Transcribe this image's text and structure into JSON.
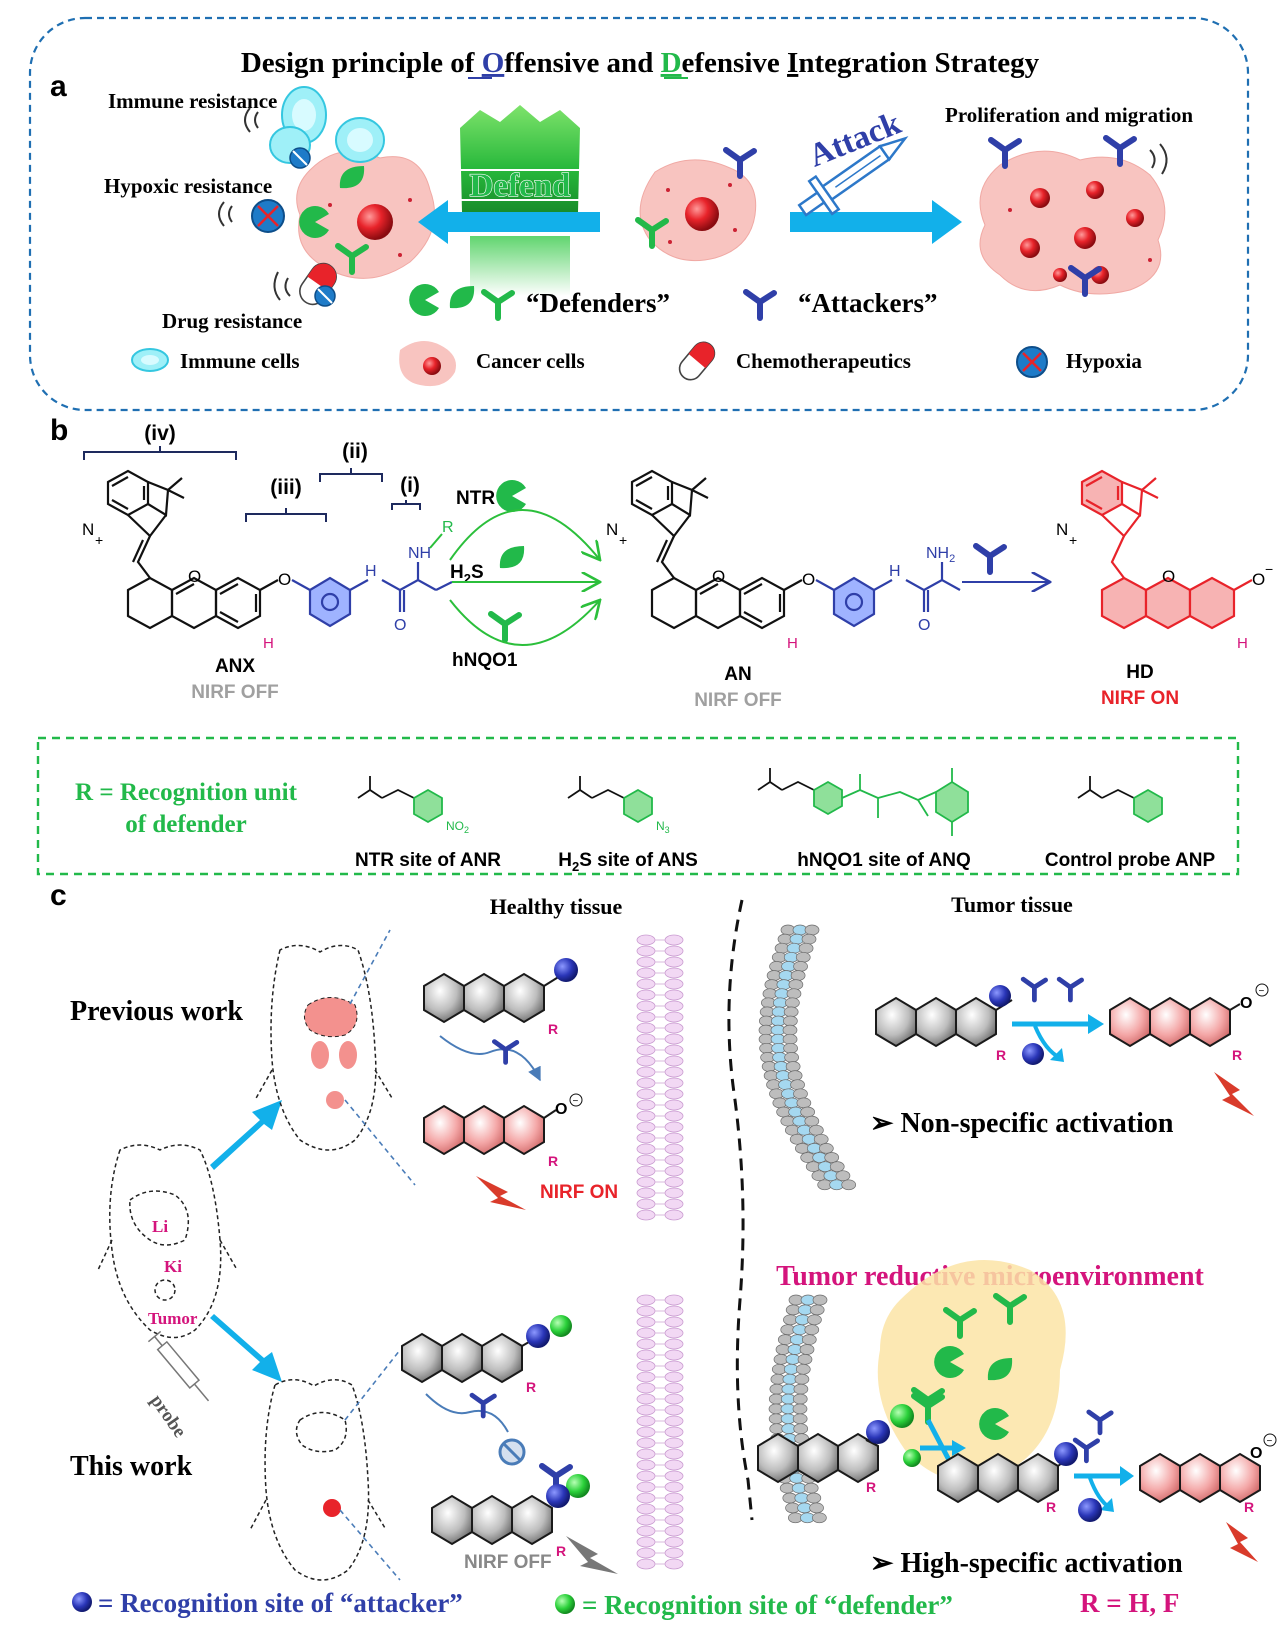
{
  "panel_a": {
    "letter": "a",
    "title": {
      "prefix": "Design principle of ",
      "o_letter": "O",
      "o_rest": "ffensive and ",
      "d_letter": "D",
      "d_rest": "efensive ",
      "i_letter": "I",
      "i_rest": "ntegration Strategy"
    },
    "left_labels": {
      "immune": "Immune resistance",
      "hypoxic": "Hypoxic resistance",
      "drug": "Drug resistance"
    },
    "defend_label": "Defend",
    "attack_label": "Attack",
    "proliferation_label": "Proliferation and migration",
    "defenders_label": "“Defenders”",
    "attackers_label": "“Attackers”",
    "legend": {
      "immune_cells": "Immune cells",
      "cancer_cells": "Cancer cells",
      "chemo": "Chemotherapeutics",
      "hypoxia": "Hypoxia"
    }
  },
  "panel_b": {
    "letter": "b",
    "brackets": {
      "iv": "(iv)",
      "iii": "(iii)",
      "ii": "(ii)",
      "i": "(i)"
    },
    "reagents": {
      "ntr": "NTR",
      "h2s_h": "H",
      "h2s_sub": "2",
      "h2s_s": "S",
      "hnqo1": "hNQO1"
    },
    "compounds": {
      "anx_name": "ANX",
      "anx_state": "NIRF OFF",
      "an_name": "AN",
      "an_state": "NIRF OFF",
      "hd_name": "HD",
      "hd_state": "NIRF ON"
    },
    "atom_labels": {
      "nh": "NH",
      "r": "R",
      "nh2": "NH",
      "nh2_sub": "2",
      "h": "H",
      "o": "O",
      "n": "N",
      "o_minus": "O",
      "minus": "−",
      "plus": "+"
    },
    "r_box": {
      "title_line1": "R = Recognition unit",
      "title_line2": "of defender",
      "ntr_site": "NTR site of ANR",
      "h2s_site_h": "H",
      "h2s_site_sub": "2",
      "h2s_site_rest": "S site of ANS",
      "hnqo1_site": "hNQO1 site of ANQ",
      "control": "Control probe  ANP",
      "no2": "NO",
      "no2_sub": "2",
      "n3": "N",
      "n3_sub": "3"
    }
  },
  "panel_c": {
    "letter": "c",
    "healthy_tissue": "Healthy tissue",
    "tumor_tissue": "Tumor tissue",
    "previous_work": "Previous work",
    "this_work": "This work",
    "organs": {
      "li": "Li",
      "ki": "Ki",
      "tumor": "Tumor",
      "probe": "probe"
    },
    "nirf_on": "NIRF ON",
    "nirf_off": "NIRF OFF",
    "r_label": "R",
    "nonspecific": "➢ Non-specific activation",
    "highspecific": "➢  High-specific activation",
    "tumor_micro": "Tumor reductive microenvironment",
    "bottom": {
      "attacker_site": "= Recognition site of  “attacker”",
      "defender_site": "= Recognition site of “defender”",
      "r_def": "R  = H, F"
    }
  },
  "colors": {
    "frame_blue": "#1f6fb2",
    "attacker_blue": "#2f3fa8",
    "defender_green": "#22b94a",
    "cyan_arrow": "#12b0ea",
    "cancer_pink": "#f8c4c0",
    "tumor_red": "#e8232a",
    "magenta": "#d4147c",
    "gray_text": "#a0a0a0"
  }
}
